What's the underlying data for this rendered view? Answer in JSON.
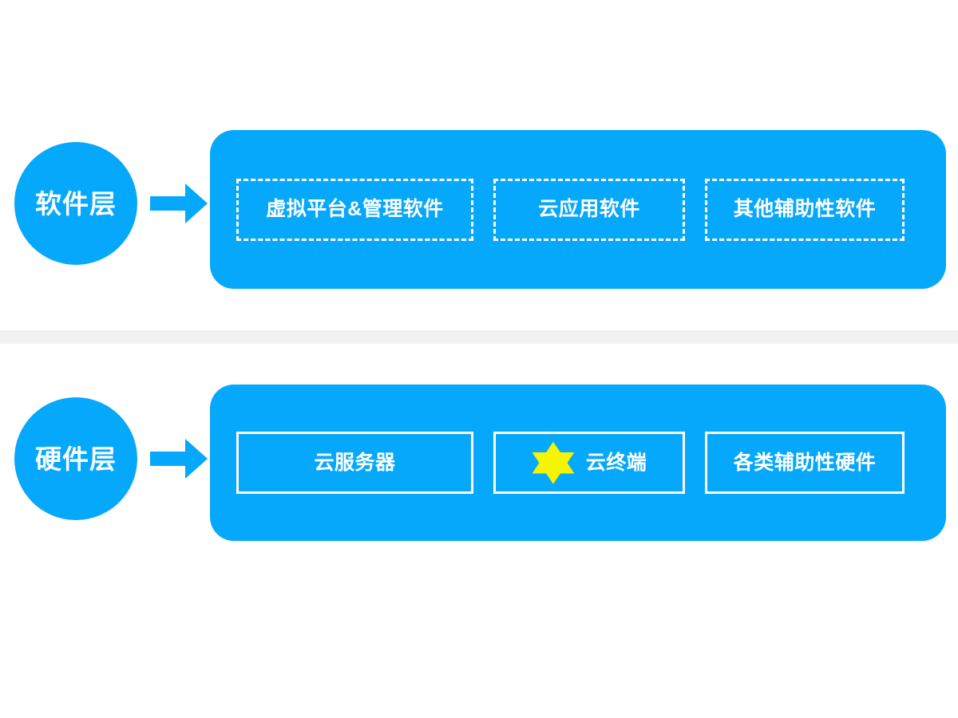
{
  "diagram": {
    "background_color": "#ffffff",
    "accent_color": "#06a8fb",
    "divider_color": "#f1f1f1",
    "star_color": "#f5f500",
    "border_color": "#ffffff"
  },
  "layers": [
    {
      "id": "software",
      "circle_label": "软件层",
      "arrow_icon": "arrow-right-icon",
      "items": [
        {
          "label": "虚拟平台&管理软件",
          "border": "dashed",
          "icon": null
        },
        {
          "label": "云应用软件",
          "border": "dashed",
          "icon": null
        },
        {
          "label": "其他辅助性软件",
          "border": "dashed",
          "icon": null
        }
      ]
    },
    {
      "id": "hardware",
      "circle_label": "硬件层",
      "arrow_icon": "arrow-right-icon",
      "items": [
        {
          "label": "云服务器",
          "border": "solid",
          "icon": null
        },
        {
          "label": "云终端",
          "border": "solid",
          "icon": "six-point-star-icon"
        },
        {
          "label": "各类辅助性硬件",
          "border": "solid",
          "icon": null
        }
      ]
    }
  ]
}
